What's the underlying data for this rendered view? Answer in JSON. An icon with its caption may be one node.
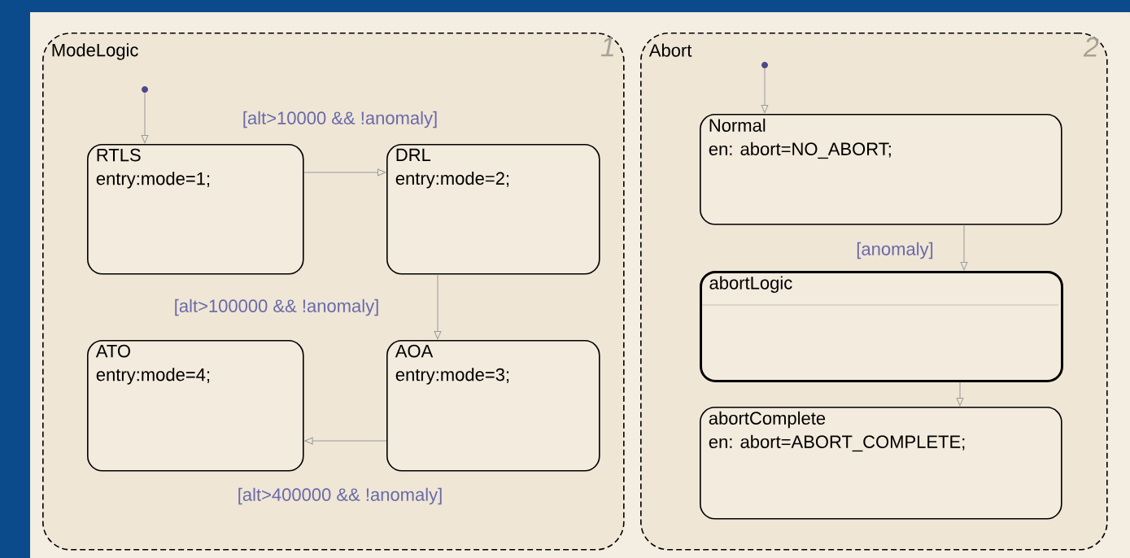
{
  "diagram": {
    "nodes": [
      {
        "text": [
          "ModeLogic",
          "1"
        ]
      },
      {
        "text": [],
        "shape": "circle",
        "in": 0
      },
      {
        "text": [
          "RTLS",
          "entry:mode=1;"
        ],
        "in": 0
      },
      {
        "text": [
          "DRL",
          "entry:mode=2;"
        ],
        "in": 0
      },
      {
        "text": [
          "ATO",
          "entry:mode=4;"
        ],
        "in": 0
      },
      {
        "text": [
          "AOA",
          "entry:mode=3;"
        ],
        "in": 0
      },
      {
        "text": [
          "Abort",
          "2"
        ]
      },
      {
        "text": [],
        "shape": "circle",
        "in": 6
      },
      {
        "text": [
          "Normal",
          "en: abort=NO_ABORT;"
        ],
        "in": 6
      },
      {
        "text": [
          "abortLogic"
        ],
        "in": 6
      },
      {
        "text": [
          "abortComplete",
          "en: abort=ABORT_COMPLETE;"
        ],
        "in": 6
      }
    ],
    "edges": [
      {
        "from": 1,
        "to": 2,
        "arrow": "to"
      },
      {
        "from": 2,
        "to": 3,
        "arrow": "to",
        "label": "[alt>10000 && !anomaly]"
      },
      {
        "from": 3,
        "to": 5,
        "arrow": "to",
        "label": "[alt>100000 && !anomaly]"
      },
      {
        "from": 5,
        "to": 4,
        "arrow": "to",
        "label": "[alt>400000 && !anomaly]"
      },
      {
        "from": 7,
        "to": 8,
        "arrow": "to"
      },
      {
        "from": 8,
        "to": 9,
        "arrow": "to",
        "label": "[anomaly]"
      },
      {
        "from": 9,
        "to": 10,
        "arrow": "to"
      }
    ]
  }
}
